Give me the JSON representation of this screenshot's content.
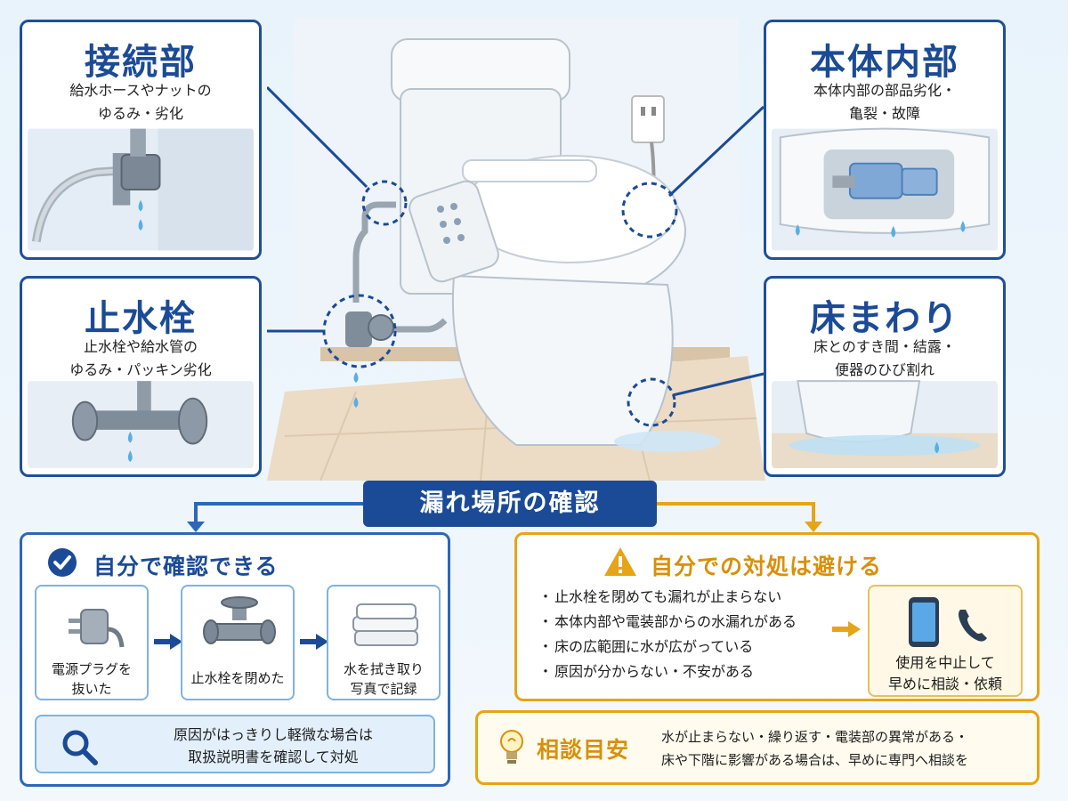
{
  "zones": {
    "connection": {
      "title": "接続部",
      "desc": [
        "給水ホースやナットの",
        "ゆるみ・劣化"
      ]
    },
    "stopcock": {
      "title": "止水栓",
      "desc": [
        "止水栓や給水管の",
        "ゆるみ・パッキン劣化"
      ]
    },
    "internal": {
      "title": "本体内部",
      "desc": [
        "本体内部の部品劣化・",
        "亀裂・故障"
      ]
    },
    "floor": {
      "title": "床まわり",
      "desc": [
        "床とのすき間・結露・",
        "便器のひび割れ"
      ]
    }
  },
  "banner": "漏れ場所の確認",
  "self_check": {
    "title": "自分で確認できる",
    "steps": [
      {
        "label": [
          "電源プラグを",
          "抜いた"
        ]
      },
      {
        "label": [
          "止水栓を閉めた"
        ]
      },
      {
        "label": [
          "水を拭き取り",
          "写真で記録"
        ]
      }
    ],
    "note": [
      "原因がはっきりし軽微な場合は",
      "取扱説明書を確認して対処"
    ]
  },
  "avoid": {
    "title": "自分での対処は避ける",
    "items": [
      "止水栓を閉めても漏れが止まらない",
      "本体内部や電装部からの水漏れがある",
      "床の広範囲に水が広がっている",
      "原因が分からない・不安がある"
    ],
    "action": [
      "使用を中止して",
      "早めに相談・依頼"
    ]
  },
  "guide": {
    "title": "相談目安",
    "text": [
      "水が止まらない・繰り返す・電装部の異常がある・",
      "床や下階に影響がある場合は、早めに専門へ相談を"
    ]
  },
  "colors": {
    "navy": "#1b4b96",
    "blue": "#2d67b8",
    "light_blue": "#7fb3dd",
    "orange": "#e6a417",
    "water": "#5aaee3"
  }
}
